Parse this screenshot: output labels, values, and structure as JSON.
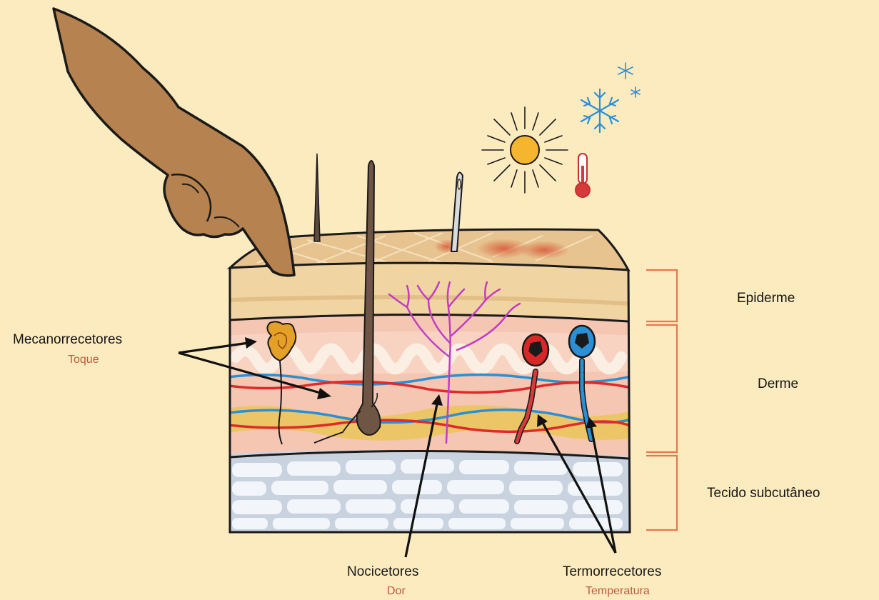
{
  "layers": {
    "epiderme": "Epiderme",
    "derme": "Derme",
    "subcutaneo": "Tecido subcutâneo"
  },
  "receptors": {
    "mecano": {
      "name": "Mecanorrecetores",
      "stimulus": "Toque"
    },
    "noci": {
      "name": "Nocicetores",
      "stimulus": "Dor"
    },
    "termo": {
      "name": "Termorrecetores",
      "stimulus": "Temperatura"
    }
  },
  "colors": {
    "background": "#fcebbf",
    "label_text": "#161616",
    "stimulus_text": "#c0593f",
    "bracket": "#e8774e",
    "nerve_red": "#e02a2a",
    "nerve_blue": "#2b8fd6",
    "nociceptor": "#c23cc6"
  },
  "icons": [
    "pointing-finger-icon",
    "sun-icon",
    "snowflake-icon",
    "thermometer-icon",
    "needle-icon",
    "hair-icon"
  ]
}
